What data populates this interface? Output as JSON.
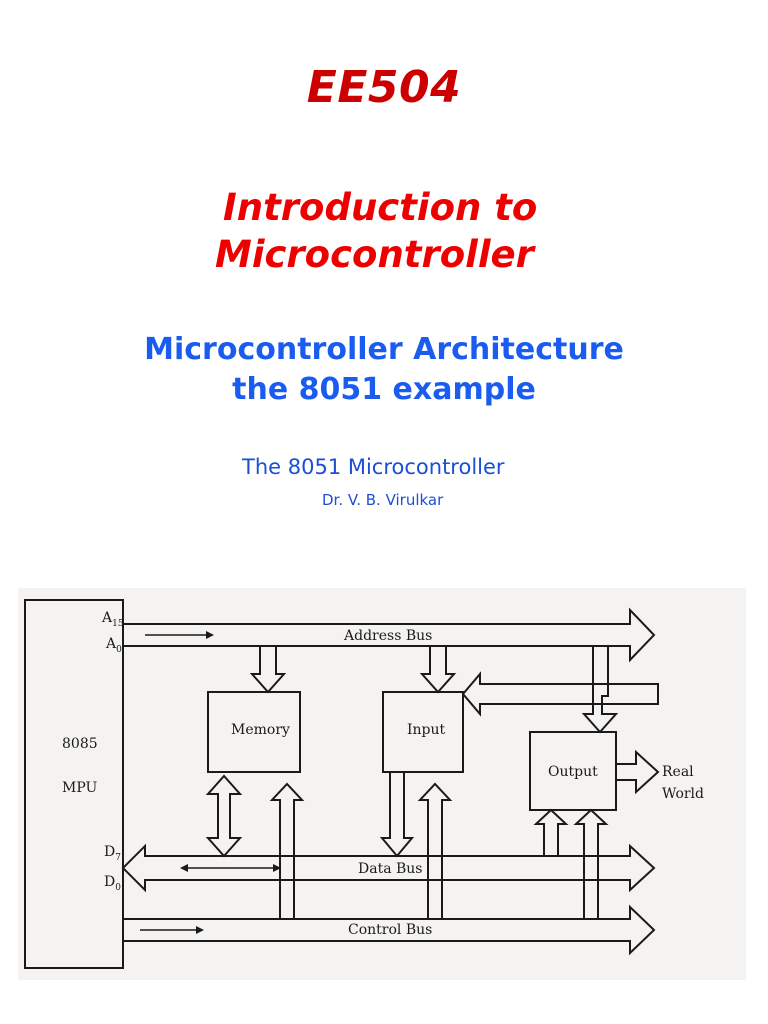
{
  "slide": {
    "course_code": "EE504",
    "title_line1": "Introduction to",
    "title_line2": "Microcontroller",
    "subtitle_line1": "Microcontroller Architecture",
    "subtitle_line2": "the 8051 example",
    "book_title": "The 8051 Microcontroller",
    "author": "Dr. V. B. Virulkar"
  },
  "diagram": {
    "mpu_line1": "8085",
    "mpu_line2": "MPU",
    "pin_a15": "A",
    "pin_a15_sub": "15",
    "pin_a0": "A",
    "pin_a0_sub": "0",
    "pin_d7": "D",
    "pin_d7_sub": "7",
    "pin_d0": "D",
    "pin_d0_sub": "0",
    "address_bus": "Address Bus",
    "data_bus": "Data Bus",
    "control_bus": "Control Bus",
    "memory": "Memory",
    "input": "Input",
    "output": "Output",
    "real": "Real",
    "world": "World"
  }
}
